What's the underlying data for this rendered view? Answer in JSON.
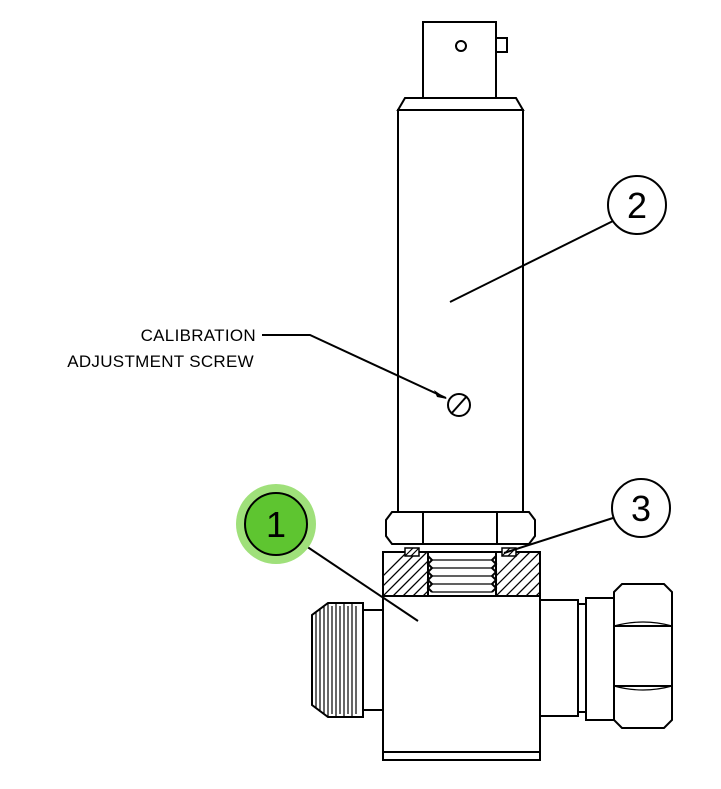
{
  "callout": {
    "line1": "CALIBRATION",
    "line2": "ADJUSTMENT SCREW"
  },
  "balloons": [
    {
      "id": "1",
      "highlighted": true
    },
    {
      "id": "2",
      "highlighted": false
    },
    {
      "id": "3",
      "highlighted": false
    }
  ],
  "colors": {
    "highlight": "#5ec530",
    "highlight_glow": "#9fe07a",
    "line": "#000000",
    "background": "#ffffff"
  }
}
